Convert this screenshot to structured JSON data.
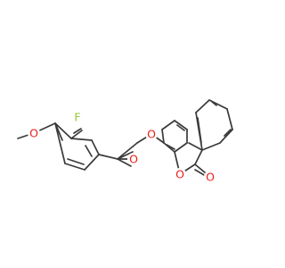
{
  "molecule": {
    "atoms": [
      {
        "label": "F",
        "color": "#90c93a"
      },
      {
        "label": "O",
        "color": "#e8201a"
      },
      {
        "label": "O",
        "color": "#e8201a"
      },
      {
        "label": "O",
        "color": "#e8201a"
      },
      {
        "label": "O",
        "color": "#e8201a"
      },
      {
        "label": "O",
        "color": "#e8201a"
      }
    ],
    "bond_color": "#3a3a3a"
  }
}
